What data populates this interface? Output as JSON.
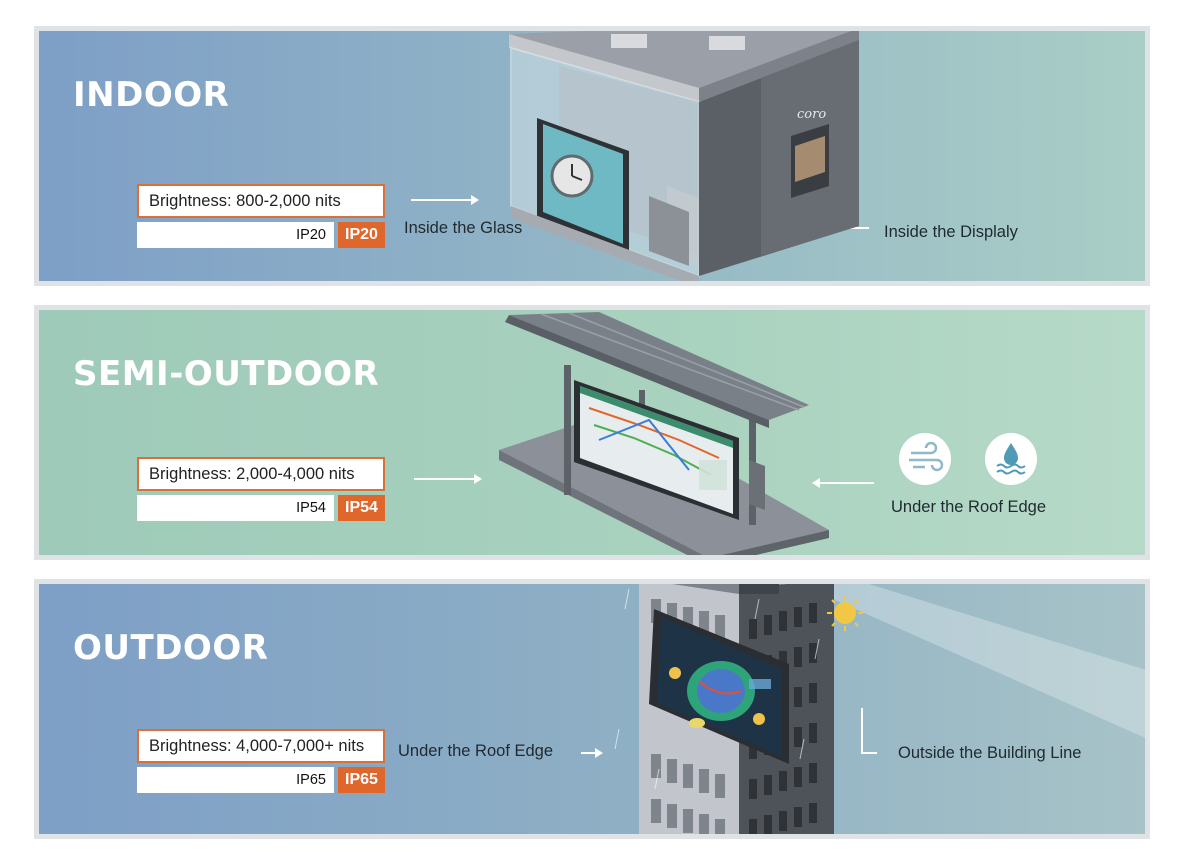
{
  "panels": [
    {
      "title": "INDOOR",
      "brightness": "Brightness: 800-2,000 nits",
      "ip_code": "IP20",
      "ip_badge": "IP20",
      "label_left": "Inside the Glass",
      "label_right": "Inside the Displaly",
      "sign_text": "coro"
    },
    {
      "title": "SEMI-OUTDOOR",
      "brightness": "Brightness: 2,000-4,000 nits",
      "ip_code": "IP54",
      "ip_badge": "IP54",
      "label_right": "Under the Roof Edge",
      "icons": [
        "wind-icon",
        "water-drop-icon"
      ]
    },
    {
      "title": "OUTDOOR",
      "brightness": "Brightness: 4,000-7,000+ nits",
      "ip_code": "IP65",
      "ip_badge": "IP65",
      "label_left": "Under the Roof Edge",
      "label_right": "Outside the Building Line",
      "icons": [
        "sun-icon"
      ]
    }
  ],
  "colors": {
    "accent_orange": "#e0672c",
    "panel_blue": "#7e9fc6",
    "panel_green": "#a9d2bf",
    "frame": "#dfe3e5"
  }
}
